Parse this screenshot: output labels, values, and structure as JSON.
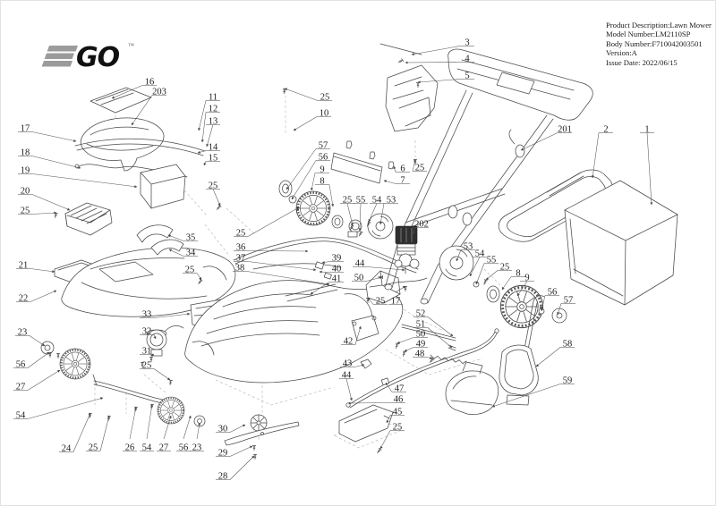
{
  "logo": {
    "text_go": "GO",
    "trademark": "™"
  },
  "product_info": {
    "lines": [
      "Product Description:Lawn Mower",
      "Model Number:LM2110SP",
      "Body Number:F710042003501",
      "Version:A",
      "Issue Date: 2022/06/15"
    ]
  },
  "diagram": {
    "title": "Lawn mower exploded parts view",
    "colors": {
      "line": "#4a4a4a",
      "leader": "#555555",
      "dashed_guides": "#b2b2b2",
      "logo_gray": "#9b9b9b",
      "logo_black": "#111111",
      "text": "#1b1b1b"
    },
    "callouts": [
      [
        "3",
        521,
        46,
        459,
        60
      ],
      [
        "4",
        521,
        64,
        452,
        69
      ],
      [
        "5",
        521,
        83,
        466,
        91
      ],
      [
        "201",
        630,
        143,
        581,
        167
      ],
      [
        "2",
        676,
        143,
        661,
        198
      ],
      [
        "1",
        722,
        143,
        727,
        228
      ],
      [
        "16",
        166,
        90,
        124,
        109
      ],
      [
        "203",
        177,
        101,
        146,
        139
      ],
      [
        "17",
        27,
        142,
        84,
        157
      ],
      [
        "18",
        27,
        169,
        89,
        187
      ],
      [
        "19",
        27,
        189,
        152,
        208
      ],
      [
        "20",
        27,
        212,
        77,
        234
      ],
      [
        "25",
        27,
        234,
        62,
        237
      ],
      [
        "11",
        237,
        107,
        221,
        145
      ],
      [
        "12",
        237,
        120,
        225,
        158
      ],
      [
        "13",
        237,
        134,
        230,
        163
      ],
      [
        "14",
        237,
        163,
        220,
        170
      ],
      [
        "15",
        237,
        175,
        227,
        184
      ],
      [
        "25",
        237,
        206,
        245,
        229
      ],
      [
        "25",
        362,
        107,
        317,
        98
      ],
      [
        "10",
        361,
        125,
        327,
        145
      ],
      [
        "57",
        360,
        161,
        319,
        211
      ],
      [
        "56",
        360,
        174,
        325,
        222
      ],
      [
        "9",
        359,
        188,
        347,
        212
      ],
      [
        "8",
        359,
        201,
        371,
        230
      ],
      [
        "25",
        468,
        186,
        463,
        177
      ],
      [
        "6",
        449,
        187,
        439,
        185
      ],
      [
        "7",
        449,
        200,
        428,
        201
      ],
      [
        "25",
        387,
        222,
        393,
        251
      ],
      [
        "55",
        402,
        222,
        401,
        257
      ],
      [
        "54",
        420,
        222,
        411,
        247
      ],
      [
        "53",
        436,
        222,
        424,
        250
      ],
      [
        "202",
        470,
        249,
        461,
        261
      ],
      [
        "53",
        522,
        274,
        509,
        291
      ],
      [
        "54",
        535,
        282,
        524,
        308
      ],
      [
        "55",
        548,
        289,
        531,
        317
      ],
      [
        "25",
        563,
        297,
        542,
        312
      ],
      [
        "8",
        578,
        304,
        560,
        323
      ],
      [
        "9",
        588,
        309,
        577,
        330
      ],
      [
        "56",
        616,
        325,
        604,
        347
      ],
      [
        "57",
        634,
        334,
        622,
        351
      ],
      [
        "35",
        212,
        264,
        187,
        262
      ],
      [
        "34",
        212,
        281,
        188,
        278
      ],
      [
        "25",
        211,
        300,
        224,
        312
      ],
      [
        "25",
        268,
        259,
        333,
        231
      ],
      [
        "36",
        268,
        275,
        343,
        280
      ],
      [
        "37",
        268,
        287,
        352,
        301
      ],
      [
        "38",
        267,
        298,
        367,
        317
      ],
      [
        "39",
        375,
        287,
        359,
        293
      ],
      [
        "40",
        375,
        299,
        356,
        303
      ],
      [
        "41",
        375,
        310,
        346,
        328
      ],
      [
        "44",
        401,
        293,
        451,
        301
      ],
      [
        "50",
        400,
        309,
        426,
        309
      ],
      [
        "25",
        424,
        335,
        410,
        332
      ],
      [
        "17",
        441,
        335,
        452,
        319
      ],
      [
        "52",
        469,
        349,
        505,
        375
      ],
      [
        "51",
        469,
        361,
        504,
        388
      ],
      [
        "50",
        469,
        372,
        443,
        383
      ],
      [
        "49",
        469,
        383,
        451,
        392
      ],
      [
        "48",
        468,
        394,
        482,
        400
      ],
      [
        "42",
        388,
        380,
        402,
        364
      ],
      [
        "43",
        387,
        405,
        406,
        407
      ],
      [
        "44",
        386,
        418,
        392,
        447
      ],
      [
        "47",
        445,
        433,
        430,
        427
      ],
      [
        "46",
        444,
        445,
        388,
        450
      ],
      [
        "45",
        443,
        459,
        431,
        472
      ],
      [
        "25",
        443,
        476,
        424,
        501
      ],
      [
        "58",
        633,
        383,
        598,
        409
      ],
      [
        "59",
        633,
        424,
        549,
        454
      ],
      [
        "21",
        25,
        295,
        60,
        303
      ],
      [
        "22",
        25,
        332,
        62,
        324
      ],
      [
        "23",
        24,
        370,
        49,
        386
      ],
      [
        "56",
        22,
        406,
        54,
        393
      ],
      [
        "27",
        22,
        431,
        66,
        413
      ],
      [
        "54",
        22,
        463,
        114,
        444
      ],
      [
        "33",
        163,
        350,
        211,
        350
      ],
      [
        "32",
        163,
        369,
        173,
        378
      ],
      [
        "31",
        163,
        391,
        168,
        397
      ],
      [
        "25",
        163,
        407,
        189,
        424
      ],
      [
        "24",
        73,
        500,
        100,
        461
      ],
      [
        "25",
        103,
        499,
        121,
        464
      ],
      [
        "26",
        144,
        499,
        151,
        454
      ],
      [
        "54",
        163,
        499,
        169,
        451
      ],
      [
        "27",
        182,
        499,
        190,
        464
      ],
      [
        "56",
        204,
        499,
        212,
        464
      ],
      [
        "23",
        219,
        499,
        222,
        472
      ],
      [
        "30",
        248,
        478,
        273,
        474
      ],
      [
        "29",
        248,
        505,
        281,
        498
      ],
      [
        "28",
        248,
        531,
        283,
        509
      ]
    ]
  }
}
